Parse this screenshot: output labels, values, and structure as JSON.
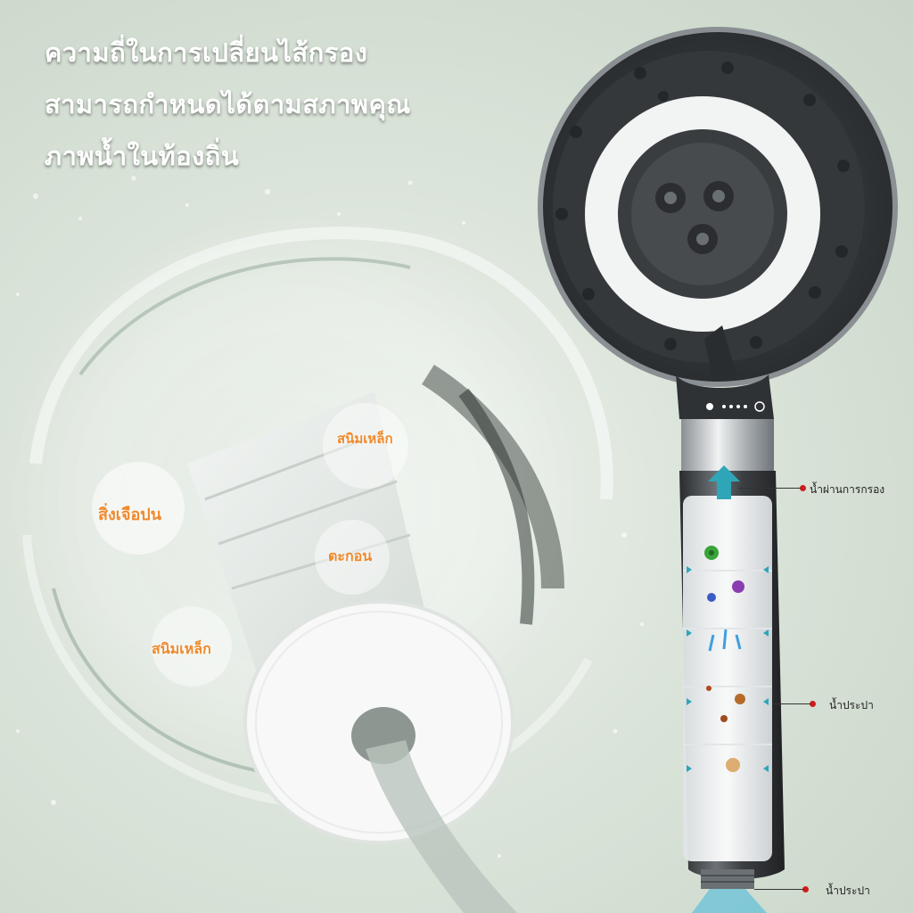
{
  "headline": {
    "line1": "ความถี่ในการเปลี่ยนไส้กรอง",
    "line2": "สามารถกำหนดได้ตามสภาพคุณ",
    "line3": "ภาพน้ำในท้องถิ่น"
  },
  "filter_labels": {
    "rust_top": "สนิมเหล็ก",
    "limescale": "สิ่งเจือปน",
    "sediment": "ตะกอน",
    "rust_bottom": "สนิมเหล็ก"
  },
  "callouts": {
    "filtered_water": "น้ำผ่านการกรอง",
    "tap_water_mid": "น้ำประปา",
    "tap_water_bottom": "น้ำประปา"
  },
  "colors": {
    "label_accent": "#f08a2c",
    "callout_dot": "#d01b1b",
    "arrow_teal": "#2fa6b7",
    "shower_body": "#3a3d40"
  }
}
